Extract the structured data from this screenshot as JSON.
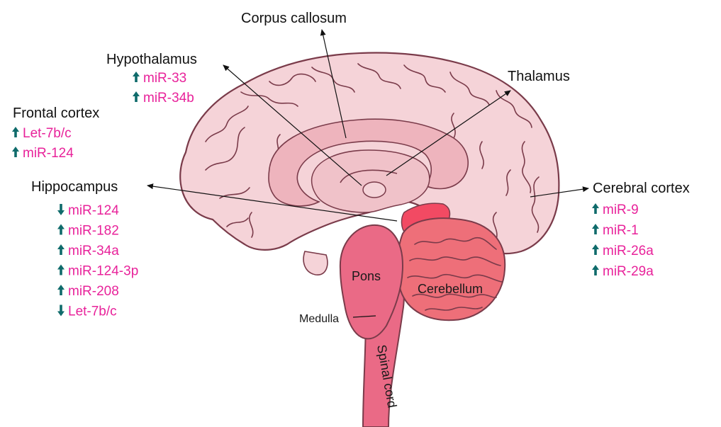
{
  "colors": {
    "cortex": "#f5d3d8",
    "cortex_outline": "#7a3b4a",
    "inner": "#eeb4bd",
    "brainstem": "#ea6a86",
    "cerebellum": "#ee6f79",
    "highlight": "#f24a63",
    "up_arrow": "#0f6b6b",
    "mirna_text": "#e8229a"
  },
  "labels": {
    "corpus_callosum": "Corpus callosum",
    "hypothalamus": "Hypothalamus",
    "thalamus": "Thalamus",
    "frontal_cortex": "Frontal cortex",
    "hippocampus": "Hippocampus",
    "cerebral_cortex": "Cerebral cortex",
    "pons": "Pons",
    "cerebellum": "Cerebellum",
    "medulla": "Medulla",
    "spinal_cord": "Spinal cord"
  },
  "hypothalamus_mirnas": [
    {
      "name": "miR-33",
      "direction": "up"
    },
    {
      "name": "miR-34b",
      "direction": "up"
    }
  ],
  "frontal_cortex_mirnas": [
    {
      "name": "Let-7b/c",
      "direction": "up"
    },
    {
      "name": "miR-124",
      "direction": "up"
    }
  ],
  "hippocampus_mirnas": [
    {
      "name": "miR-124",
      "direction": "down"
    },
    {
      "name": "miR-182",
      "direction": "up"
    },
    {
      "name": "miR-34a",
      "direction": "up"
    },
    {
      "name": "miR-124-3p",
      "direction": "up"
    },
    {
      "name": "miR-208",
      "direction": "up"
    },
    {
      "name": "Let-7b/c",
      "direction": "down"
    }
  ],
  "cerebral_cortex_mirnas": [
    {
      "name": "miR-9",
      "direction": "up"
    },
    {
      "name": "miR-1",
      "direction": "up"
    },
    {
      "name": "miR-26a",
      "direction": "up"
    },
    {
      "name": "miR-29a",
      "direction": "up"
    }
  ]
}
